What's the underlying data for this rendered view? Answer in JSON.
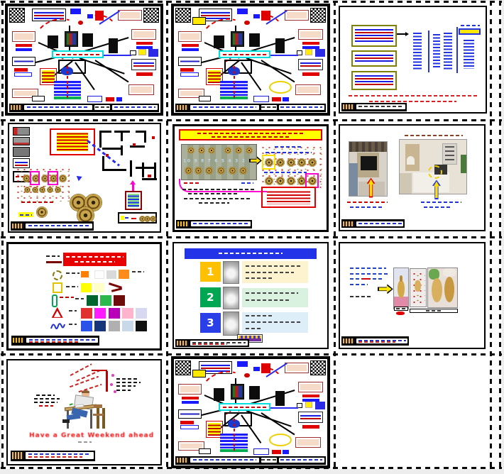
{
  "steps_slide": {
    "numbers": [
      "1",
      "2",
      "3"
    ]
  },
  "knobs_slide": {
    "sequence_numbers": "10 9 8 7 6 5 4 3 2 1"
  },
  "desk_slide": {
    "closing_text": "Have a Great Weekend ahead"
  },
  "colors": {
    "accent_red": "#e00000",
    "accent_blue": "#1a1aff",
    "cyan": "#00dede",
    "banner_yellow": "#ffff00",
    "green_bar": "#00b050",
    "olive": "#7f7f00",
    "magenta": "#ff00d0",
    "header_blue": "#2233e8",
    "title_red": "#e80000",
    "step_yellow": "#ffc000",
    "step_green": "#00a651",
    "step_blue": "#2a3fe8",
    "footer_gold": "#ffc000",
    "knob_brown": "#a8842c"
  }
}
